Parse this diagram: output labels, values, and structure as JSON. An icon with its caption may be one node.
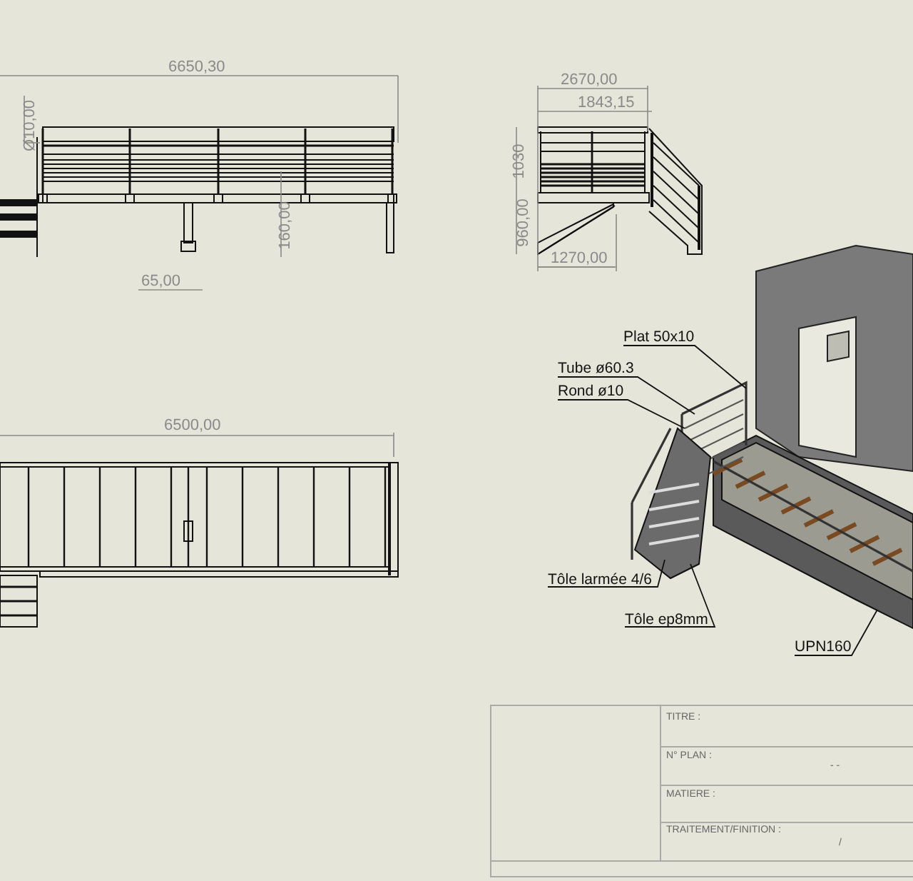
{
  "diagram": {
    "nodes": [
      {
        "text": [
          "Plat 50x10"
        ]
      },
      {
        "text": [
          "Tube ø60.3"
        ]
      },
      {
        "text": [
          "Rond ø10"
        ]
      },
      {
        "text": [
          "Tôle larmée 4/6"
        ]
      },
      {
        "text": [
          "Tôle ep8mm"
        ]
      },
      {
        "text": [
          "UPN160"
        ]
      }
    ],
    "edges": [
      {
        "from": 0,
        "to": null,
        "arrow": "none"
      },
      {
        "from": 1,
        "to": null,
        "arrow": "none"
      },
      {
        "from": 2,
        "to": null,
        "arrow": "none"
      },
      {
        "from": 3,
        "to": null,
        "arrow": "none"
      },
      {
        "from": 4,
        "to": null,
        "arrow": "none"
      },
      {
        "from": 5,
        "to": null,
        "arrow": "none"
      }
    ],
    "labels": [
      "6650,30",
      "Ø10,00",
      "160,00",
      "65,00",
      "2670,00",
      "1843,15",
      "1030",
      "960,00",
      "1270,00",
      "6500,00",
      "TITRE :",
      "N° PLAN :",
      "- -",
      "MATIERE :",
      "TRAITEMENT/FINITION :",
      "/"
    ]
  }
}
